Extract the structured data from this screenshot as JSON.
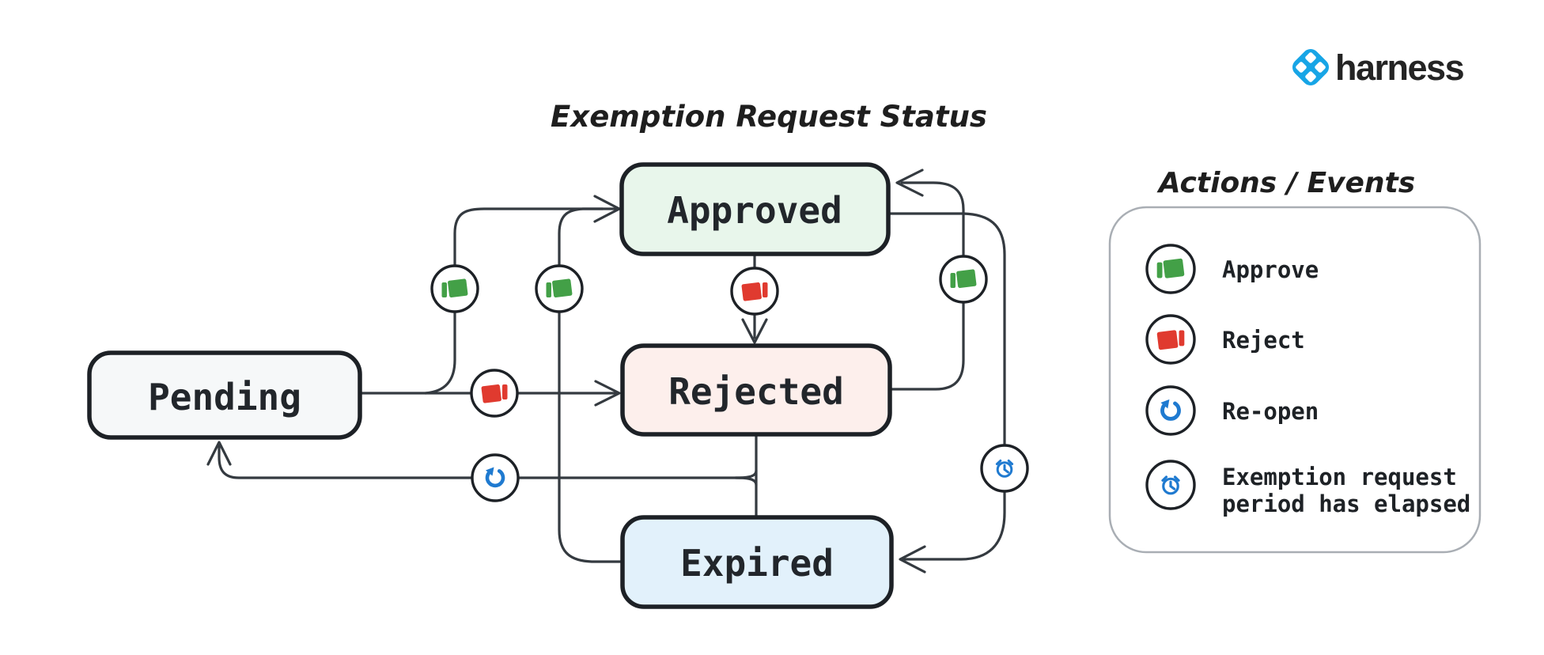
{
  "page": {
    "title": "Exemption Request Status"
  },
  "logo": {
    "brand": "harness"
  },
  "diagram": {
    "nodes": [
      {
        "id": "pending",
        "label": "Pending",
        "fill": "#f6f8f9"
      },
      {
        "id": "approved",
        "label": "Approved",
        "fill": "#e8f6eb"
      },
      {
        "id": "rejected",
        "label": "Rejected",
        "fill": "#fdefec"
      },
      {
        "id": "expired",
        "label": "Expired",
        "fill": "#e2f1fb"
      }
    ],
    "edges": [
      {
        "from": "Pending",
        "to": "Approved",
        "action": "Approve",
        "icon": "thumbs-up-icon"
      },
      {
        "from": "Pending",
        "to": "Rejected",
        "action": "Reject",
        "icon": "thumbs-down-icon"
      },
      {
        "from": "Approved",
        "to": "Rejected",
        "action": "Reject",
        "icon": "thumbs-down-icon"
      },
      {
        "from": "Rejected",
        "to": "Approved",
        "action": "Approve",
        "icon": "thumbs-up-icon"
      },
      {
        "from": "Expired",
        "to": "Approved",
        "action": "Approve",
        "icon": "thumbs-up-icon"
      },
      {
        "from": "Approved",
        "to": "Expired",
        "action": "Exemption request period has elapsed",
        "icon": "alarm-clock-icon"
      },
      {
        "from": "Rejected",
        "to": "Pending",
        "action": "Re-open",
        "icon": "reopen-icon"
      },
      {
        "from": "Expired",
        "to": "Pending",
        "action": "Re-open",
        "icon": "reopen-icon"
      }
    ]
  },
  "legend": {
    "title": "Actions / Events",
    "items": [
      {
        "icon": "thumbs-up-icon",
        "label": "Approve"
      },
      {
        "icon": "thumbs-down-icon",
        "label": "Reject"
      },
      {
        "icon": "reopen-icon",
        "label": "Re-open"
      },
      {
        "icon": "alarm-clock-icon",
        "label": "Exemption request period has elapsed",
        "lines": [
          "Exemption request",
          "period has elapsed"
        ]
      }
    ]
  },
  "colors": {
    "approve_green": "#43a047",
    "reject_red": "#e03a2f",
    "action_blue": "#1f7ad0",
    "brand_blue": "#17a5e6",
    "node_border": "#1d2126",
    "connector": "#343a40",
    "legend_border": "#a9aeb4"
  }
}
